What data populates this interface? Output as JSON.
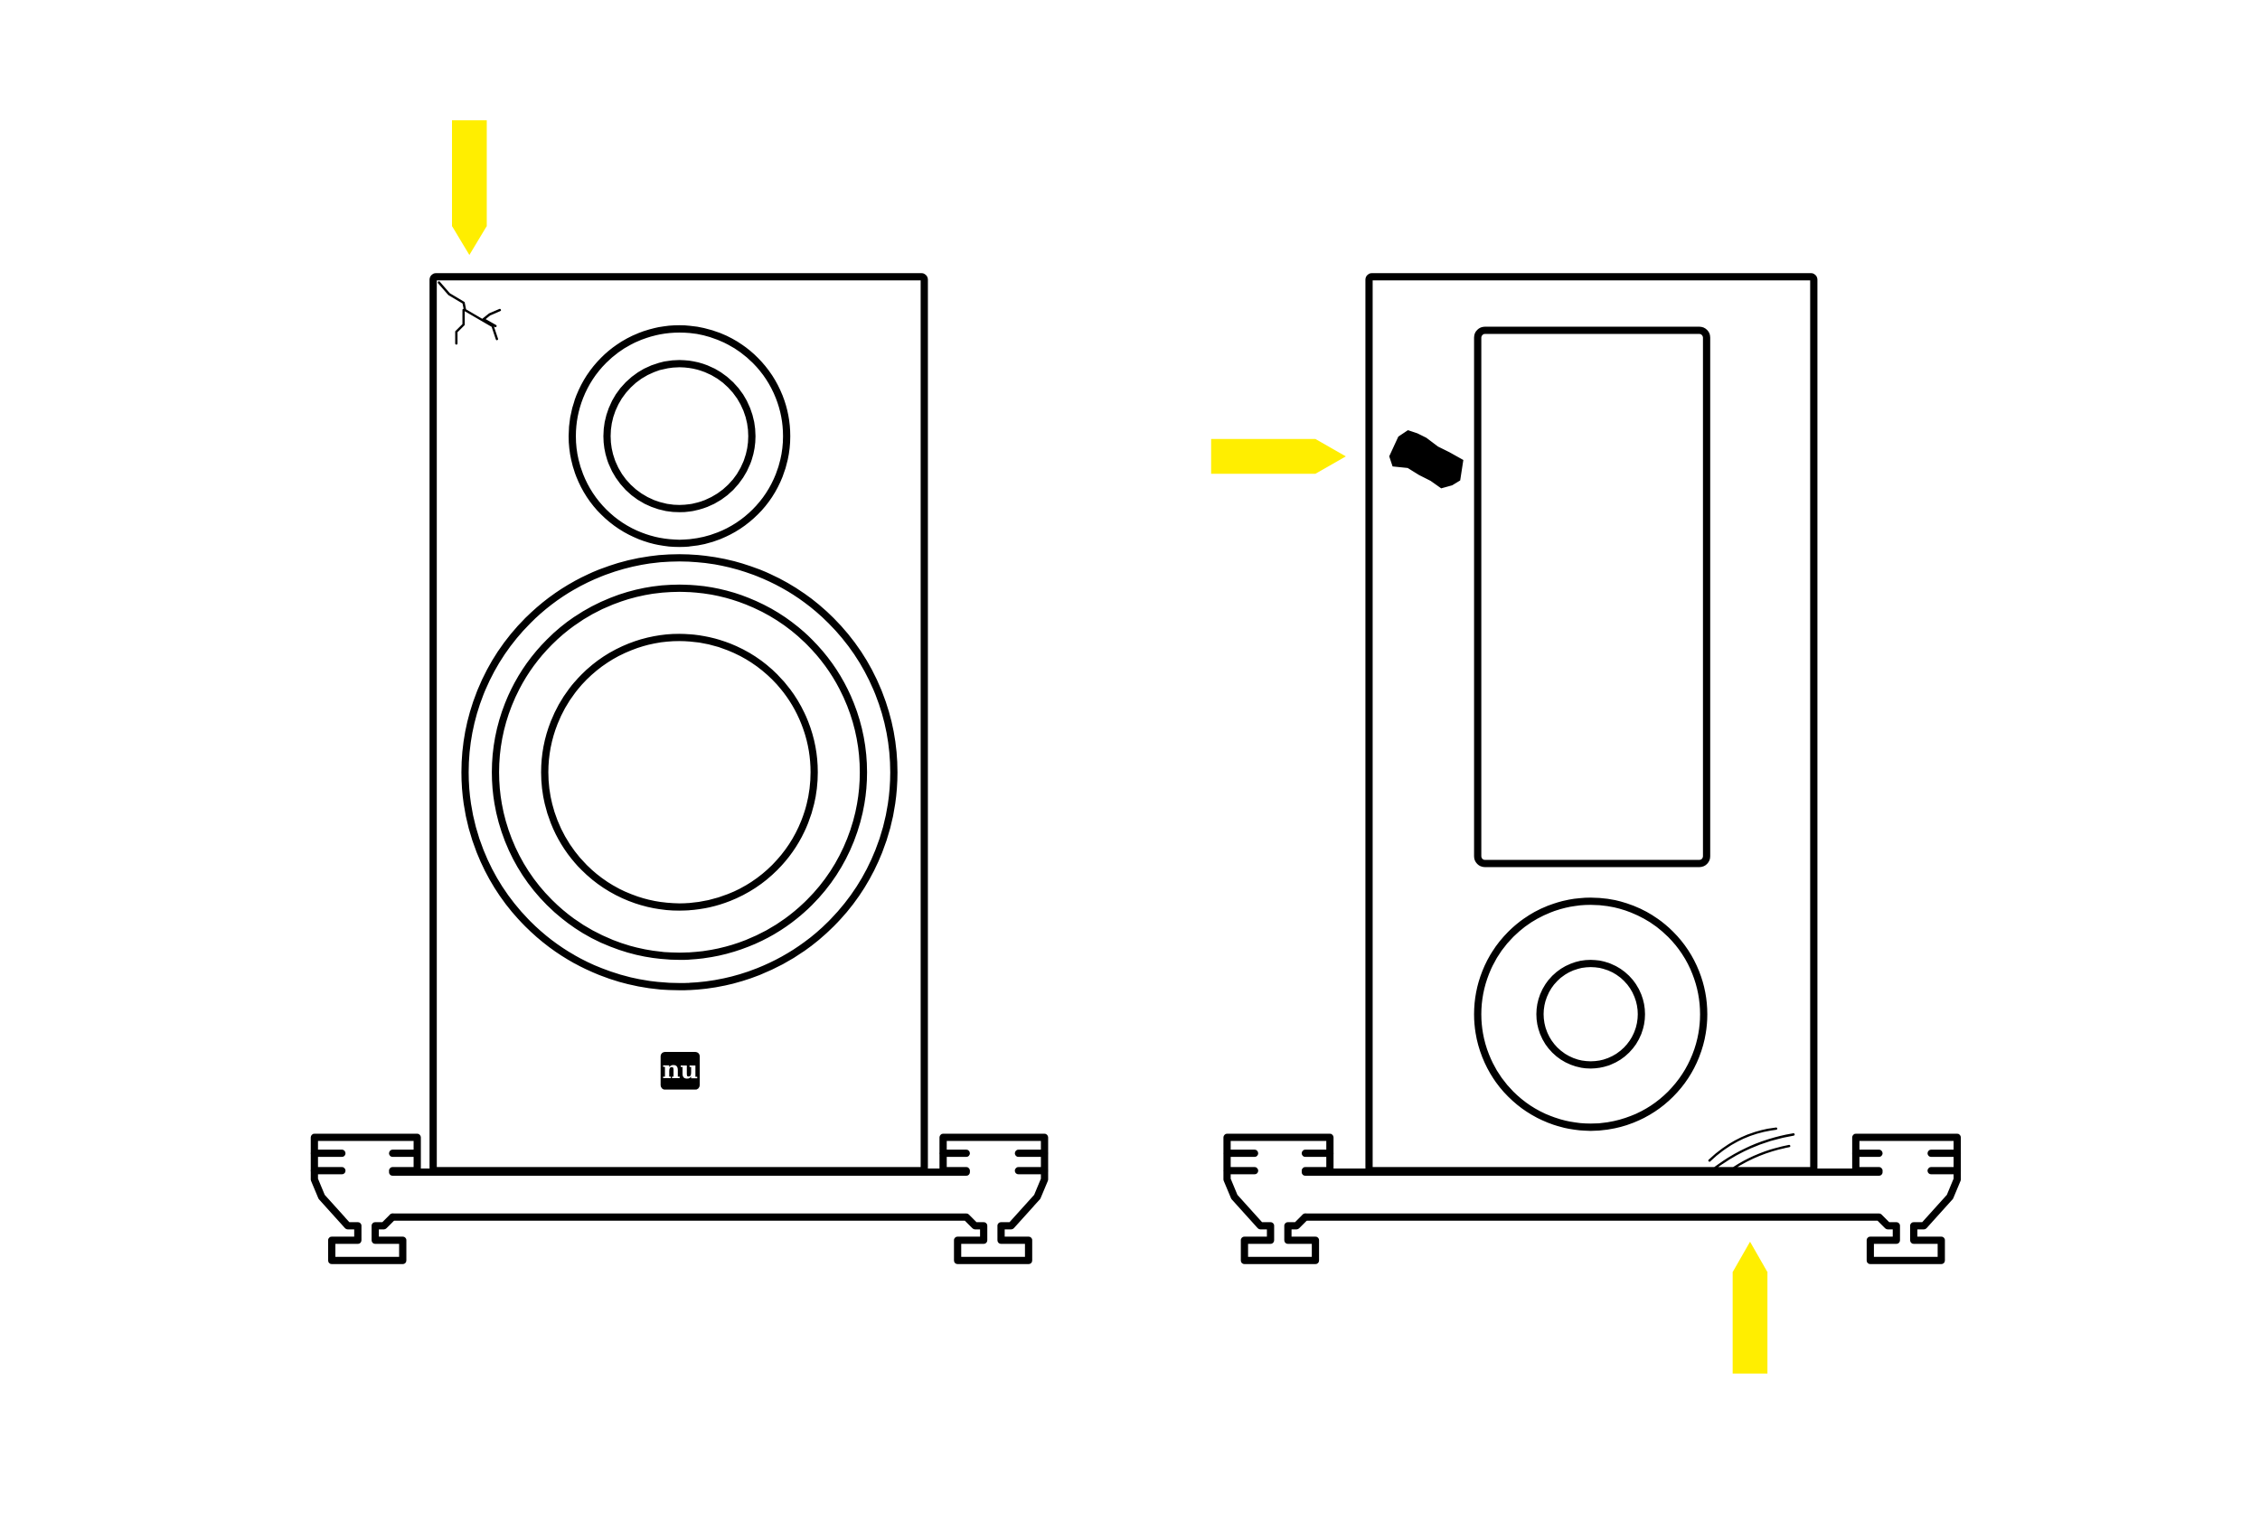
{
  "diagram": {
    "subject": "speaker-damage-inspection",
    "logo_text": "nu",
    "colors": {
      "arrow": "#FFEE00",
      "line": "#000000",
      "background": "#FFFFFF"
    },
    "views": [
      {
        "name": "front",
        "damage": "corner-crack"
      },
      {
        "name": "rear",
        "damage": [
          "scuff-mark",
          "scratches"
        ]
      }
    ],
    "arrows": [
      {
        "direction": "down",
        "target": "front-top-left-corner"
      },
      {
        "direction": "right",
        "target": "rear-scuff"
      },
      {
        "direction": "up",
        "target": "rear-bottom-scratches"
      }
    ]
  }
}
